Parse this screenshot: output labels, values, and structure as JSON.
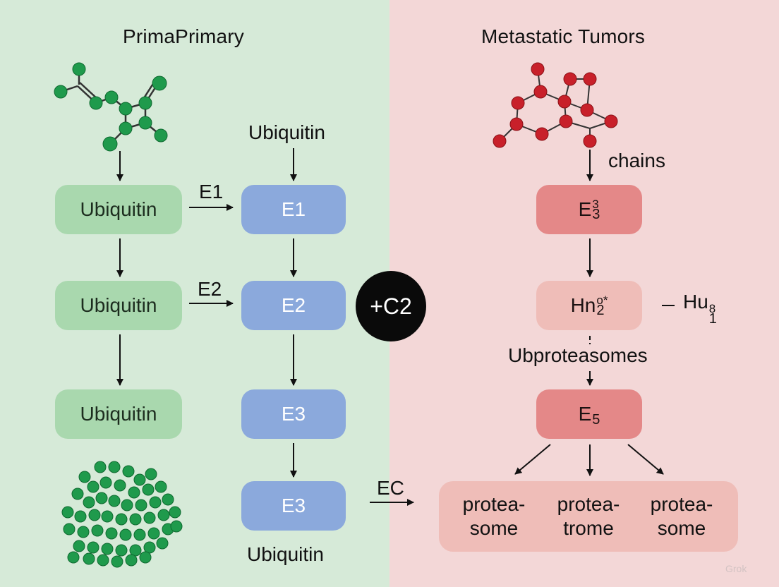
{
  "left_panel": {
    "title": "PrimaPrimary",
    "background": "#d6ead8"
  },
  "right_panel": {
    "title": "Metastatic Tumors",
    "background": "#f3d7d7"
  },
  "labels": {
    "ubiquitin_top": "Ubiquitin",
    "e1_arrow": "E1",
    "e2_arrow": "E2",
    "ubiquitin_bottom": "Ubiquitin",
    "ec_arrow": "EC",
    "chains": "chains",
    "hu": "Hu",
    "hu_sub": "1",
    "hu_sup": "8",
    "ubproteasomes": "Ubproteasomes"
  },
  "green_boxes": [
    "Ubiquitin",
    "Ubiquitin",
    "Ubiquitin"
  ],
  "blue_boxes": [
    "E1",
    "E2",
    "E3",
    "E3"
  ],
  "circle_label": "+C2",
  "red_boxes": {
    "e3": {
      "base": "E",
      "sub": "3",
      "sup": "3"
    },
    "hn": {
      "base": "Hn",
      "sub": "2",
      "sup": "o*"
    },
    "e5": {
      "base": "E",
      "sub": "5"
    }
  },
  "result_items": [
    {
      "line1": "protea-",
      "line2": "some"
    },
    {
      "line1": "protea-",
      "line2": "trome"
    },
    {
      "line1": "protea-",
      "line2": "some"
    }
  ],
  "colors": {
    "green_box": "#a9d8ae",
    "blue_box": "#8ba9dc",
    "red_box": "#e48888",
    "pink_box": "#efbdb8",
    "green_node": "#1f9a4c",
    "red_node": "#c8202a"
  },
  "watermark": "Grok"
}
